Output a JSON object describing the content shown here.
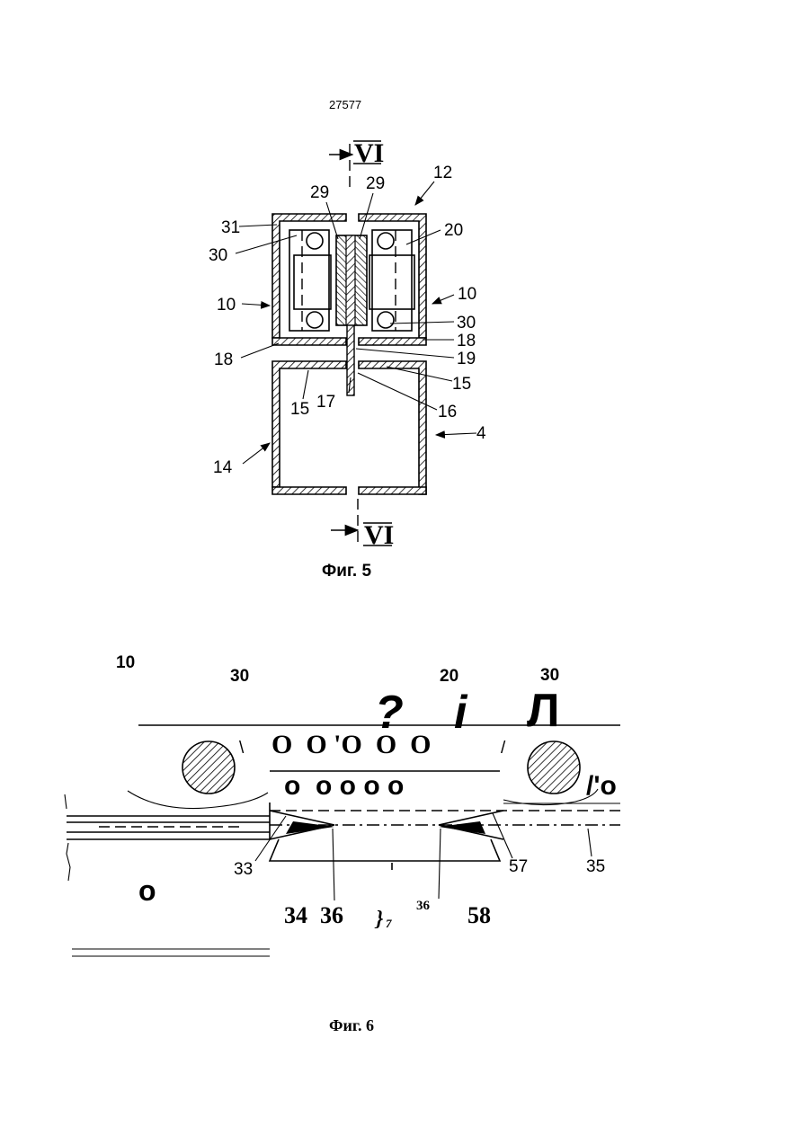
{
  "page_number": "27577",
  "figure5": {
    "caption": "Фиг. 5",
    "section_mark_top": "VI",
    "section_mark_bottom": "VI",
    "labels": {
      "l12": "12",
      "l29a": "29",
      "l29b": "29",
      "l31": "31",
      "l20": "20",
      "l30a": "30",
      "l10a": "10",
      "l10b": "10",
      "l30b": "30",
      "l18a": "18",
      "l18b": "18",
      "l19": "19",
      "l15a": "15",
      "l15b": "15",
      "l17": "17",
      "l16": "16",
      "l4": "4",
      "l14": "14"
    }
  },
  "figure6": {
    "caption": "Фиг. 6",
    "labels": {
      "l10": "10",
      "l30a": "30",
      "l20": "20",
      "l30b": "30",
      "q_mark": "?",
      "i_mark": "i",
      "l_mark": "Л",
      "row_upper_left": "\\",
      "row_upper": "O  O 'O  O  O",
      "row_upper_right": "/",
      "row_lower": "o  o o o o",
      "o_right": "/'o",
      "l33": "33",
      "l57": "57",
      "l35": "35",
      "o_left": "o",
      "l34": "34",
      "l36a": "36",
      "brace": "}",
      "l7": "7",
      "l36b": "36",
      "l58": "58"
    }
  }
}
